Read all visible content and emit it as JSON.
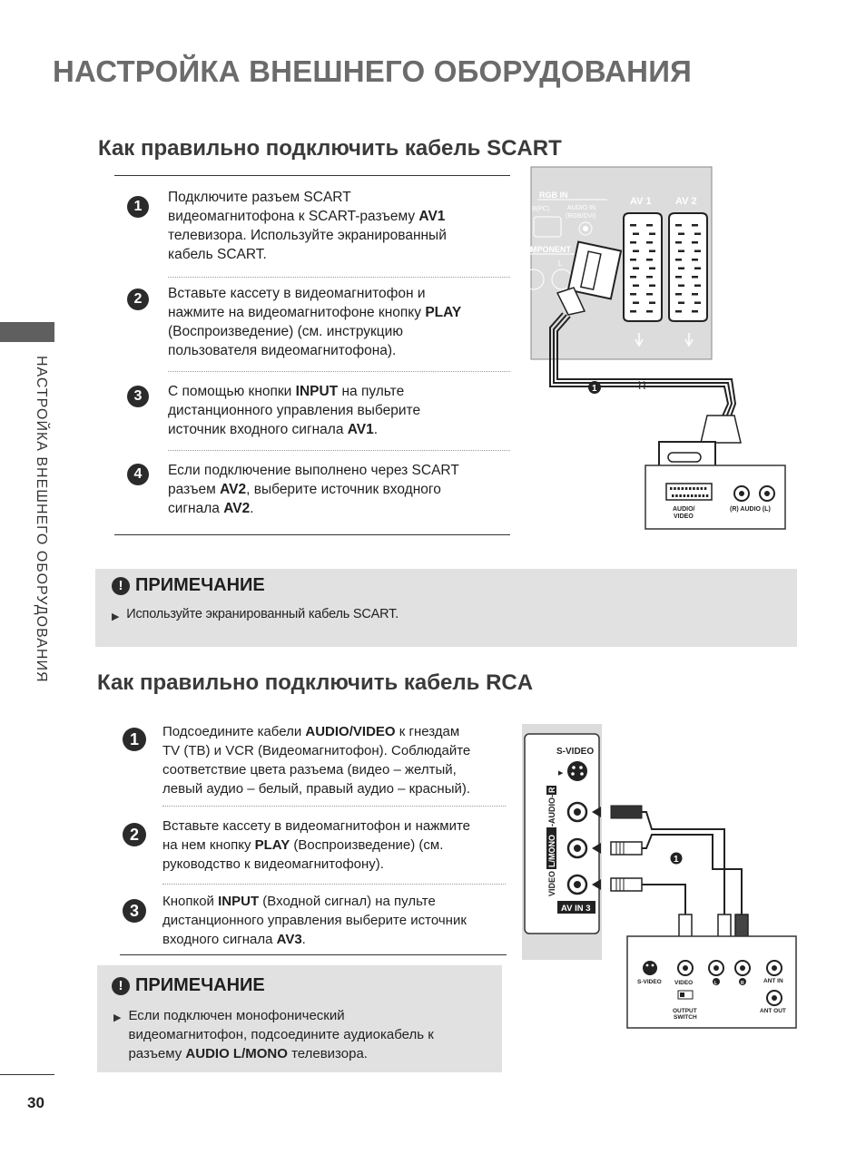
{
  "page": {
    "title": "НАСТРОЙКА ВНЕШНЕГО ОБОРУДОВАНИЯ",
    "side_label": "НАСТРОЙКА ВНЕШНЕГО ОБОРУДОВАНИЯ",
    "page_number": "30"
  },
  "scart": {
    "title": "Как правильно подключить кабель SCART",
    "steps": [
      {
        "num": "1",
        "lines": [
          [
            {
              "t": "Подключите разъем SCART"
            }
          ],
          [
            {
              "t": "видеомагнитофона к SCART-разъему "
            },
            {
              "t": "AV1",
              "b": true
            }
          ],
          [
            {
              "t": "телевизора. Используйте экранированный"
            }
          ],
          [
            {
              "t": "кабель SCART."
            }
          ]
        ]
      },
      {
        "num": "2",
        "lines": [
          [
            {
              "t": "Вставьте кассету в видеомагнитофон и"
            }
          ],
          [
            {
              "t": "нажмите на видеомагнитофоне кнопку "
            },
            {
              "t": "PLAY",
              "b": true
            }
          ],
          [
            {
              "t": "(Воспроизведение)  (см. инструкцию"
            }
          ],
          [
            {
              "t": "пользователя видеомагнитофона)."
            }
          ]
        ]
      },
      {
        "num": "3",
        "lines": [
          [
            {
              "t": "С помощью кнопки "
            },
            {
              "t": "INPUT",
              "b": true
            },
            {
              "t": " на пульте"
            }
          ],
          [
            {
              "t": "дистанционного управления выберите"
            }
          ],
          [
            {
              "t": "источник входного сигнала "
            },
            {
              "t": "AV1",
              "b": true
            },
            {
              "t": "."
            }
          ]
        ]
      },
      {
        "num": "4",
        "lines": [
          [
            {
              "t": "Если подключение выполнено через SCART"
            }
          ],
          [
            {
              "t": "разъем "
            },
            {
              "t": "AV2",
              "b": true
            },
            {
              "t": ", выберите источник входного"
            }
          ],
          [
            {
              "t": "сигнала "
            },
            {
              "t": "AV2",
              "b": true
            },
            {
              "t": "."
            }
          ]
        ]
      }
    ],
    "note": {
      "heading": "ПРИМЕЧАНИЕ",
      "items": [
        [
          [
            {
              "t": "Используйте экранированный кабель SCART."
            }
          ]
        ]
      ]
    },
    "diagram": {
      "tv_labels": {
        "rgb_in": "RGB IN",
        "rgb_pc": "B(PC)",
        "audio_in": "AUDIO IN",
        "rgb_dvi": "(RGB/DVI)",
        "component": "MPONENT",
        "l": "L",
        "av1": "AV 1",
        "av2": "AV 2"
      },
      "vcr_labels": {
        "audio_video_1": "AUDIO/",
        "audio_video_2": "VIDEO",
        "audio_rl": "(R) AUDIO (L)"
      },
      "marker": "1"
    }
  },
  "rca": {
    "title": "Как правильно подключить кабель RCA",
    "steps": [
      {
        "num": "1",
        "lines": [
          [
            {
              "t": "Подсоедините кабели "
            },
            {
              "t": "AUDIO/VIDEO",
              "b": true
            },
            {
              "t": " к гнездам"
            }
          ],
          [
            {
              "t": "TV (ТВ) и VCR (Видеомагнитофон). Соблюдайте"
            }
          ],
          [
            {
              "t": "соответствие цвета разъема (видео – желтый,"
            }
          ],
          [
            {
              "t": "левый аудио – белый, правый аудио – красный)."
            }
          ]
        ]
      },
      {
        "num": "2",
        "lines": [
          [
            {
              "t": "Вставьте кассету в видеомагнитофон и нажмите"
            }
          ],
          [
            {
              "t": "на нем кнопку "
            },
            {
              "t": "PLAY",
              "b": true
            },
            {
              "t": " (Воспроизведение) (см."
            }
          ],
          [
            {
              "t": "руководство к видеомагнитофону)."
            }
          ]
        ]
      },
      {
        "num": "3",
        "lines": [
          [
            {
              "t": "Кнопкой "
            },
            {
              "t": "INPUT",
              "b": true
            },
            {
              "t": " (Входной сигнал) на пульте"
            }
          ],
          [
            {
              "t": "дистанционного управления выберите источник"
            }
          ],
          [
            {
              "t": "входного сигнала "
            },
            {
              "t": "AV3",
              "b": true
            },
            {
              "t": "."
            }
          ]
        ]
      }
    ],
    "note": {
      "heading": "ПРИМЕЧАНИЕ",
      "items": [
        [
          [
            {
              "t": "Если подключен монофонический"
            }
          ],
          [
            {
              "t": "видеомагнитофон, подсоедините аудиокабель к"
            }
          ],
          [
            {
              "t": "разъему "
            },
            {
              "t": "AUDIO L/MONO",
              "b": true
            },
            {
              "t": " телевизора."
            }
          ]
        ]
      ]
    },
    "diagram": {
      "tv_labels": {
        "s_video": "S-VIDEO",
        "video": "VIDEO",
        "l_mono": "L/MONO",
        "audio": "-AUDIO-",
        "r": "R",
        "av_in3": "AV IN 3"
      },
      "vcr_labels": {
        "s_video": "S-VIDEO",
        "video": "VIDEO",
        "l": "L",
        "r": "R",
        "ant_in": "ANT IN",
        "output": "OUTPUT",
        "switch": "SWITCH",
        "ant_out": "ANT OUT"
      },
      "marker": "1"
    }
  }
}
